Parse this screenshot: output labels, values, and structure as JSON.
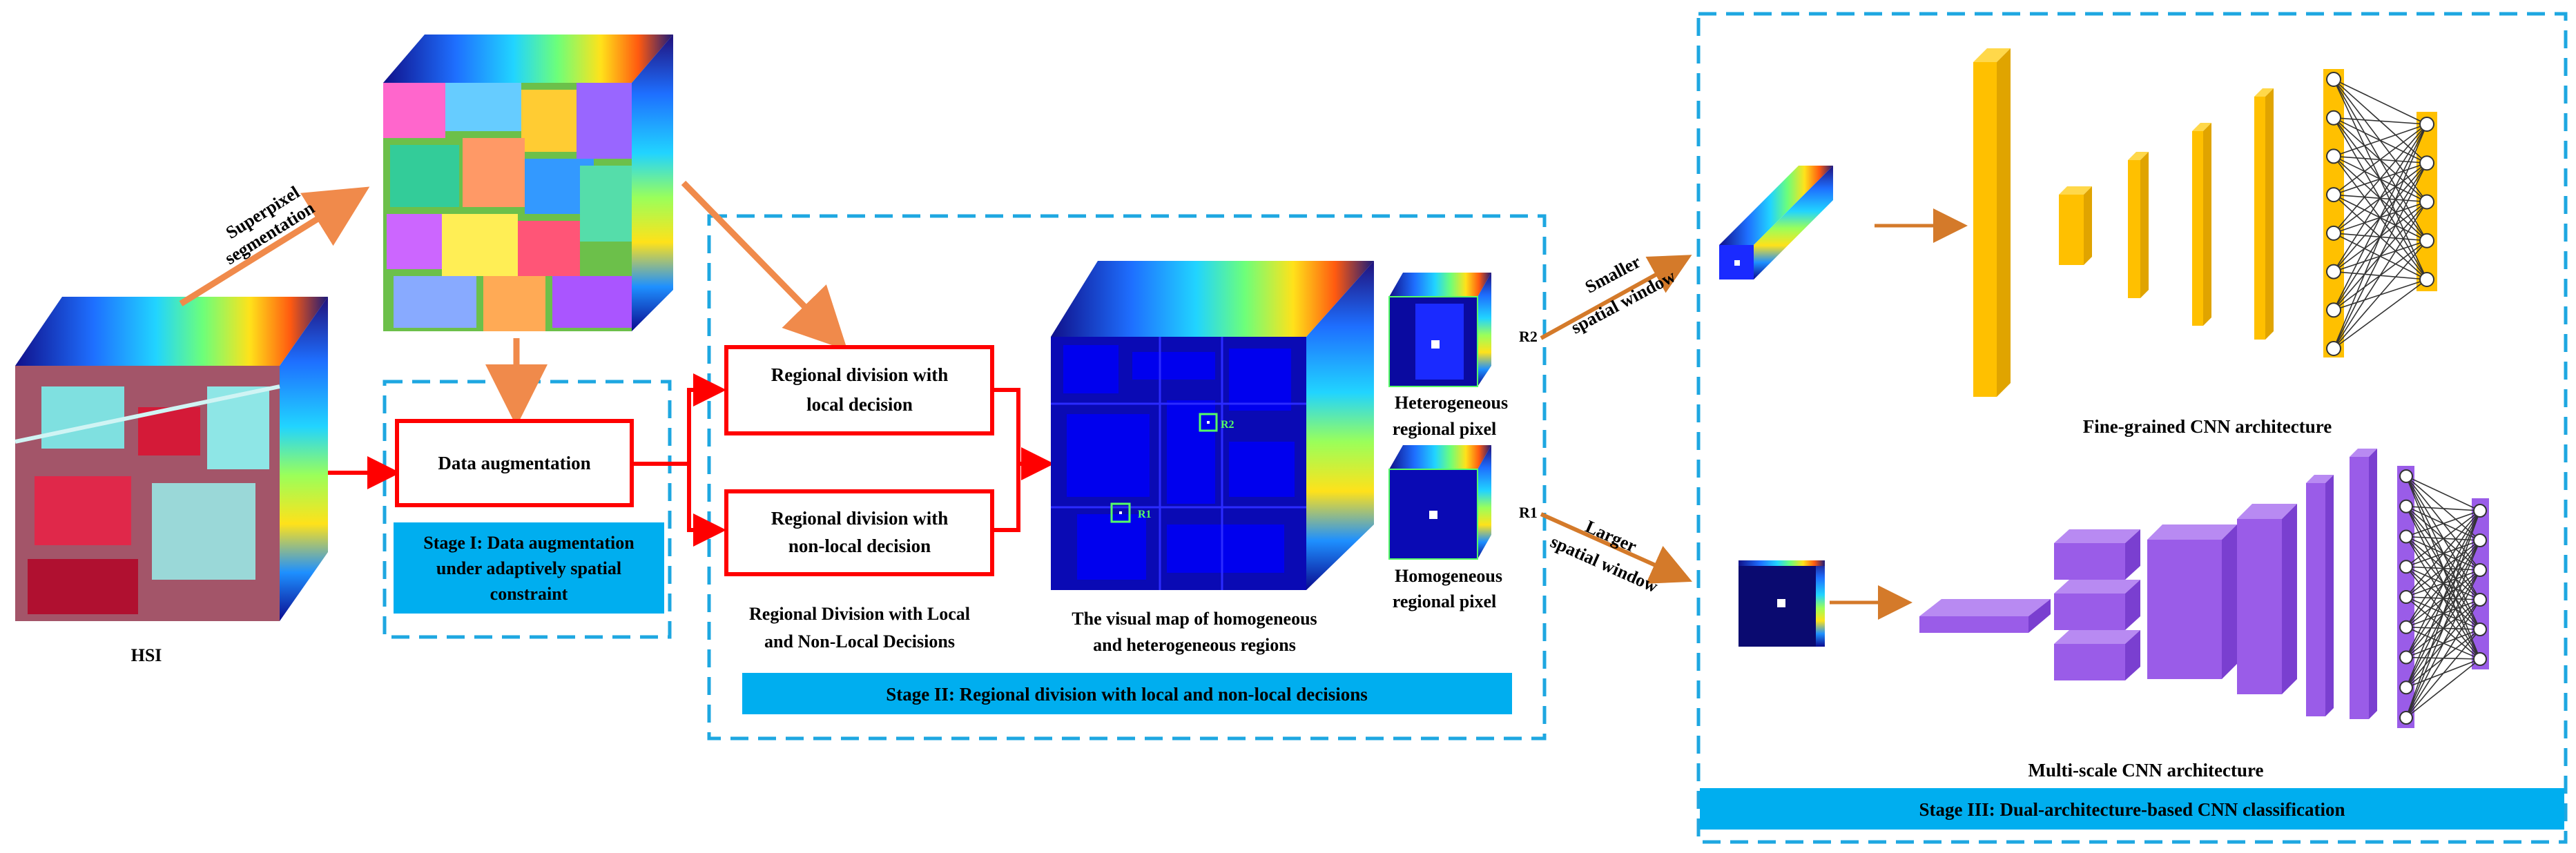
{
  "hsi": {
    "label": "HSI"
  },
  "superpixel": {
    "label_line1": "Superpixel",
    "label_line2": "segmentation"
  },
  "stage1": {
    "box_label": "Data augmentation",
    "banner_line1": "Stage I: Data augmentation",
    "banner_line2": "under adaptively spatial",
    "banner_line3": "constraint"
  },
  "stage2": {
    "local_line1": "Regional division with",
    "local_line2": "local  decision",
    "nonlocal_line1": "Regional division with",
    "nonlocal_line2": "non-local decision",
    "caption_line1": "Regional Division with Local",
    "caption_line2": "and Non-Local Decisions",
    "map_caption_line1": "The visual map of homogeneous",
    "map_caption_line2": "and heterogeneous regions",
    "r1": "R1",
    "r2": "R2",
    "hetero_line1": "Heterogeneous",
    "hetero_line2": "regional pixel",
    "homo_line1": "Homogeneous",
    "homo_line2": "regional pixel",
    "banner": "Stage II: Regional division with local and non-local decisions"
  },
  "windows": {
    "smaller_line1": "Smaller",
    "smaller_line2": "spatial window",
    "larger_line1": "Larger",
    "larger_line2": "spatial window"
  },
  "stage3": {
    "fine_caption": "Fine-grained  CNN  architecture",
    "multi_caption": "Multi-scale CNN architecture",
    "banner": "Stage III: Dual-architecture-based CNN classification"
  },
  "colors": {
    "frame_blue": "#1ea7e1",
    "banner_blue": "#00aeef",
    "red": "#ff0000",
    "arrow_orange": "#f08a4b",
    "yellow": "#ffc000",
    "purple": "#9a5ce8"
  }
}
